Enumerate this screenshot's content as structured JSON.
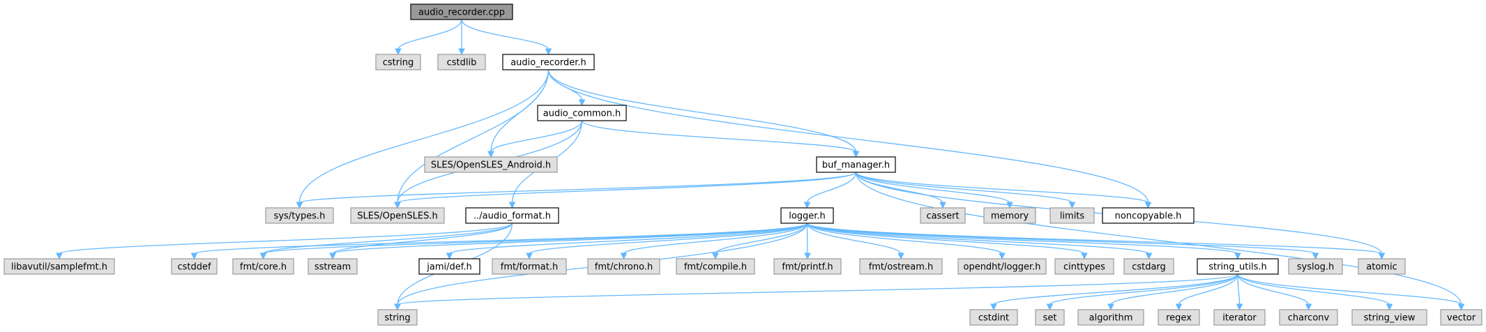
{
  "colors": {
    "focus_fill": "#999999",
    "documented_fill": "#ffffff",
    "external_fill": "#e0e0e0",
    "documented_border": "#000000",
    "external_border": "#999999",
    "edge": "#63b8ff"
  },
  "nodes": {
    "audio_recorder_cpp": {
      "label": "audio_recorder.cpp",
      "kind": "focus"
    },
    "cstring": {
      "label": "cstring",
      "kind": "external"
    },
    "cstdlib": {
      "label": "cstdlib",
      "kind": "external"
    },
    "audio_recorder_h": {
      "label": "audio_recorder.h",
      "kind": "documented"
    },
    "audio_common_h": {
      "label": "audio_common.h",
      "kind": "documented"
    },
    "sles_android": {
      "label": "SLES/OpenSLES_Android.h",
      "kind": "external"
    },
    "buf_manager_h": {
      "label": "buf_manager.h",
      "kind": "documented"
    },
    "sys_types": {
      "label": "sys/types.h",
      "kind": "external"
    },
    "sles": {
      "label": "SLES/OpenSLES.h",
      "kind": "external"
    },
    "audio_format_h": {
      "label": "../audio_format.h",
      "kind": "documented"
    },
    "logger_h": {
      "label": "logger.h",
      "kind": "documented"
    },
    "cassert": {
      "label": "cassert",
      "kind": "external"
    },
    "memory": {
      "label": "memory",
      "kind": "external"
    },
    "limits": {
      "label": "limits",
      "kind": "external"
    },
    "noncopyable_h": {
      "label": "noncopyable.h",
      "kind": "documented"
    },
    "samplefmt": {
      "label": "libavutil/samplefmt.h",
      "kind": "external"
    },
    "cstddef": {
      "label": "cstddef",
      "kind": "external"
    },
    "fmt_core": {
      "label": "fmt/core.h",
      "kind": "external"
    },
    "sstream": {
      "label": "sstream",
      "kind": "external"
    },
    "jami_def": {
      "label": "jami/def.h",
      "kind": "documented"
    },
    "fmt_format": {
      "label": "fmt/format.h",
      "kind": "external"
    },
    "fmt_chrono": {
      "label": "fmt/chrono.h",
      "kind": "external"
    },
    "fmt_compile": {
      "label": "fmt/compile.h",
      "kind": "external"
    },
    "fmt_printf": {
      "label": "fmt/printf.h",
      "kind": "external"
    },
    "fmt_ostream": {
      "label": "fmt/ostream.h",
      "kind": "external"
    },
    "opendht_logger": {
      "label": "opendht/logger.h",
      "kind": "external"
    },
    "cinttypes": {
      "label": "cinttypes",
      "kind": "external"
    },
    "cstdarg": {
      "label": "cstdarg",
      "kind": "external"
    },
    "string_utils_h": {
      "label": "string_utils.h",
      "kind": "documented"
    },
    "syslog": {
      "label": "syslog.h",
      "kind": "external"
    },
    "atomic": {
      "label": "atomic",
      "kind": "external"
    },
    "string": {
      "label": "string",
      "kind": "external"
    },
    "cstdint": {
      "label": "cstdint",
      "kind": "external"
    },
    "set": {
      "label": "set",
      "kind": "external"
    },
    "algorithm": {
      "label": "algorithm",
      "kind": "external"
    },
    "regex": {
      "label": "regex",
      "kind": "external"
    },
    "iterator": {
      "label": "iterator",
      "kind": "external"
    },
    "charconv": {
      "label": "charconv",
      "kind": "external"
    },
    "string_view": {
      "label": "string_view",
      "kind": "external"
    },
    "vector": {
      "label": "vector",
      "kind": "external"
    }
  },
  "edges": [
    [
      "audio_recorder_cpp",
      "cstring"
    ],
    [
      "audio_recorder_cpp",
      "cstdlib"
    ],
    [
      "audio_recorder_cpp",
      "audio_recorder_h"
    ],
    [
      "audio_recorder_h",
      "audio_common_h"
    ],
    [
      "audio_recorder_h",
      "sles_android"
    ],
    [
      "audio_recorder_h",
      "buf_manager_h"
    ],
    [
      "audio_recorder_h",
      "sys_types"
    ],
    [
      "audio_recorder_h",
      "sles"
    ],
    [
      "audio_recorder_h",
      "noncopyable_h"
    ],
    [
      "audio_common_h",
      "sles_android"
    ],
    [
      "audio_common_h",
      "buf_manager_h"
    ],
    [
      "audio_common_h",
      "sles"
    ],
    [
      "audio_common_h",
      "audio_format_h"
    ],
    [
      "buf_manager_h",
      "sys_types"
    ],
    [
      "buf_manager_h",
      "sles"
    ],
    [
      "buf_manager_h",
      "logger_h"
    ],
    [
      "buf_manager_h",
      "cassert"
    ],
    [
      "buf_manager_h",
      "memory"
    ],
    [
      "buf_manager_h",
      "limits"
    ],
    [
      "buf_manager_h",
      "noncopyable_h"
    ],
    [
      "buf_manager_h",
      "atomic"
    ],
    [
      "buf_manager_h",
      "vector"
    ],
    [
      "audio_format_h",
      "samplefmt"
    ],
    [
      "audio_format_h",
      "fmt_core"
    ],
    [
      "audio_format_h",
      "sstream"
    ],
    [
      "audio_format_h",
      "string"
    ],
    [
      "logger_h",
      "cstddef"
    ],
    [
      "logger_h",
      "fmt_core"
    ],
    [
      "logger_h",
      "sstream"
    ],
    [
      "logger_h",
      "string"
    ],
    [
      "logger_h",
      "jami_def"
    ],
    [
      "logger_h",
      "fmt_format"
    ],
    [
      "logger_h",
      "fmt_chrono"
    ],
    [
      "logger_h",
      "fmt_compile"
    ],
    [
      "logger_h",
      "fmt_printf"
    ],
    [
      "logger_h",
      "fmt_ostream"
    ],
    [
      "logger_h",
      "opendht_logger"
    ],
    [
      "logger_h",
      "cinttypes"
    ],
    [
      "logger_h",
      "cstdarg"
    ],
    [
      "logger_h",
      "string_utils_h"
    ],
    [
      "logger_h",
      "syslog"
    ],
    [
      "logger_h",
      "atomic"
    ],
    [
      "string_utils_h",
      "string"
    ],
    [
      "string_utils_h",
      "cstdint"
    ],
    [
      "string_utils_h",
      "set"
    ],
    [
      "string_utils_h",
      "algorithm"
    ],
    [
      "string_utils_h",
      "regex"
    ],
    [
      "string_utils_h",
      "iterator"
    ],
    [
      "string_utils_h",
      "charconv"
    ],
    [
      "string_utils_h",
      "string_view"
    ],
    [
      "string_utils_h",
      "vector"
    ]
  ]
}
